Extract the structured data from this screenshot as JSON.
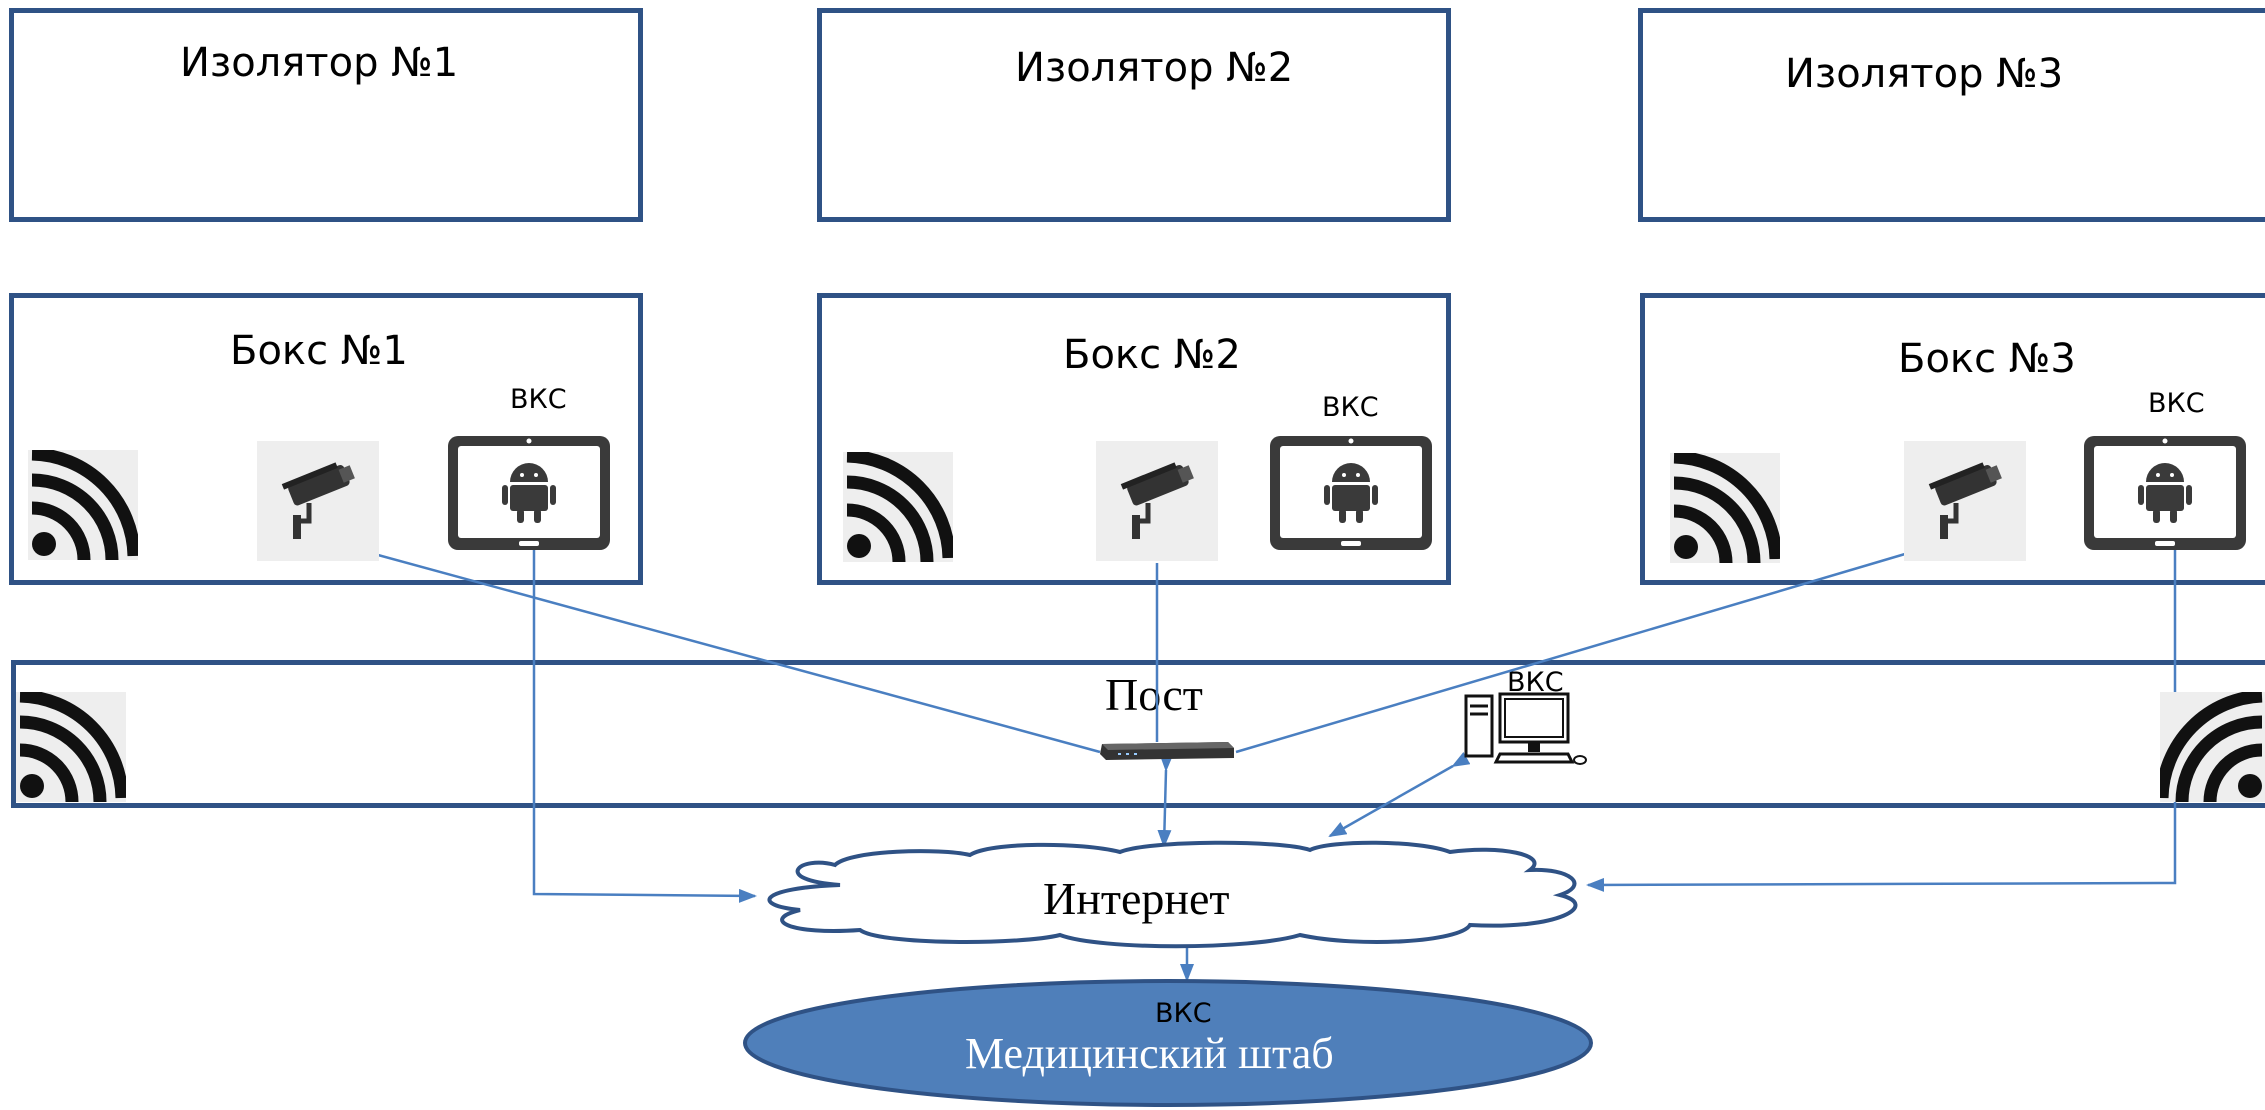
{
  "isolators": [
    {
      "label": "Изолятор №1"
    },
    {
      "label": "Изолятор №2"
    },
    {
      "label": "Изолятор №3"
    }
  ],
  "boxes": [
    {
      "label": "Бокс №1",
      "vks": "ВКС"
    },
    {
      "label": "Бокс №2",
      "vks": "ВКС"
    },
    {
      "label": "Бокс №3",
      "vks": "ВКС"
    }
  ],
  "post": {
    "label": "Пост",
    "vks": "ВКС"
  },
  "internet": {
    "label": "Интернет"
  },
  "hq": {
    "label": "Медицинский штаб",
    "vks": "ВКС"
  },
  "colors": {
    "border": "#2f5285",
    "arrow": "#4a7fc1",
    "hq_fill": "#4f7fba"
  },
  "icons": [
    "wifi-icon",
    "cctv-camera-icon",
    "android-tablet-icon",
    "network-switch-icon",
    "desktop-computer-icon"
  ]
}
